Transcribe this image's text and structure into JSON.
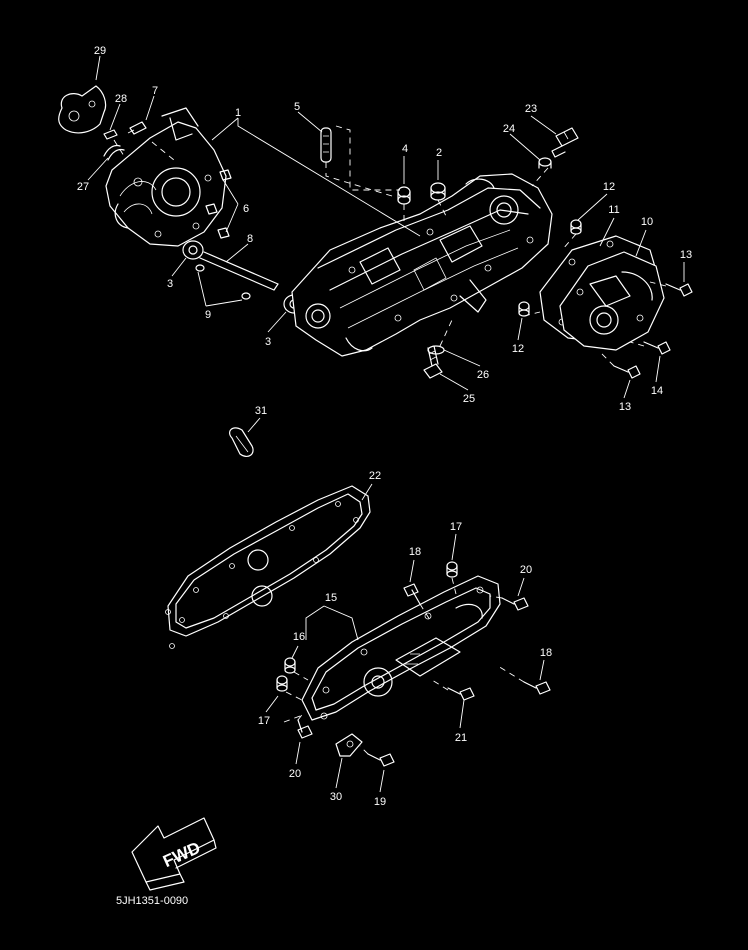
{
  "diagram": {
    "code": "5JH1351-0090",
    "fwd_label": "FWD",
    "callouts": [
      {
        "id": "c29",
        "text": "29"
      },
      {
        "id": "c28",
        "text": "28"
      },
      {
        "id": "c7",
        "text": "7"
      },
      {
        "id": "c1",
        "text": "1"
      },
      {
        "id": "c5",
        "text": "5"
      },
      {
        "id": "c23",
        "text": "23"
      },
      {
        "id": "c24",
        "text": "24"
      },
      {
        "id": "c4",
        "text": "4"
      },
      {
        "id": "c2",
        "text": "2"
      },
      {
        "id": "c27",
        "text": "27"
      },
      {
        "id": "c6",
        "text": "6"
      },
      {
        "id": "c8",
        "text": "8"
      },
      {
        "id": "c3a",
        "text": "3"
      },
      {
        "id": "c9",
        "text": "9"
      },
      {
        "id": "c3b",
        "text": "3"
      },
      {
        "id": "c12a",
        "text": "12"
      },
      {
        "id": "c11",
        "text": "11"
      },
      {
        "id": "c10",
        "text": "10"
      },
      {
        "id": "c13a",
        "text": "13"
      },
      {
        "id": "c12b",
        "text": "12"
      },
      {
        "id": "c26",
        "text": "26"
      },
      {
        "id": "c25",
        "text": "25"
      },
      {
        "id": "c14",
        "text": "14"
      },
      {
        "id": "c13b",
        "text": "13"
      },
      {
        "id": "c31",
        "text": "31"
      },
      {
        "id": "c22",
        "text": "22"
      },
      {
        "id": "c17a",
        "text": "17"
      },
      {
        "id": "c18a",
        "text": "18"
      },
      {
        "id": "c20a",
        "text": "20"
      },
      {
        "id": "c15",
        "text": "15"
      },
      {
        "id": "c16",
        "text": "16"
      },
      {
        "id": "c18b",
        "text": "18"
      },
      {
        "id": "c17b",
        "text": "17"
      },
      {
        "id": "c21",
        "text": "21"
      },
      {
        "id": "c20b",
        "text": "20"
      },
      {
        "id": "c30",
        "text": "30"
      },
      {
        "id": "c19",
        "text": "19"
      }
    ]
  }
}
